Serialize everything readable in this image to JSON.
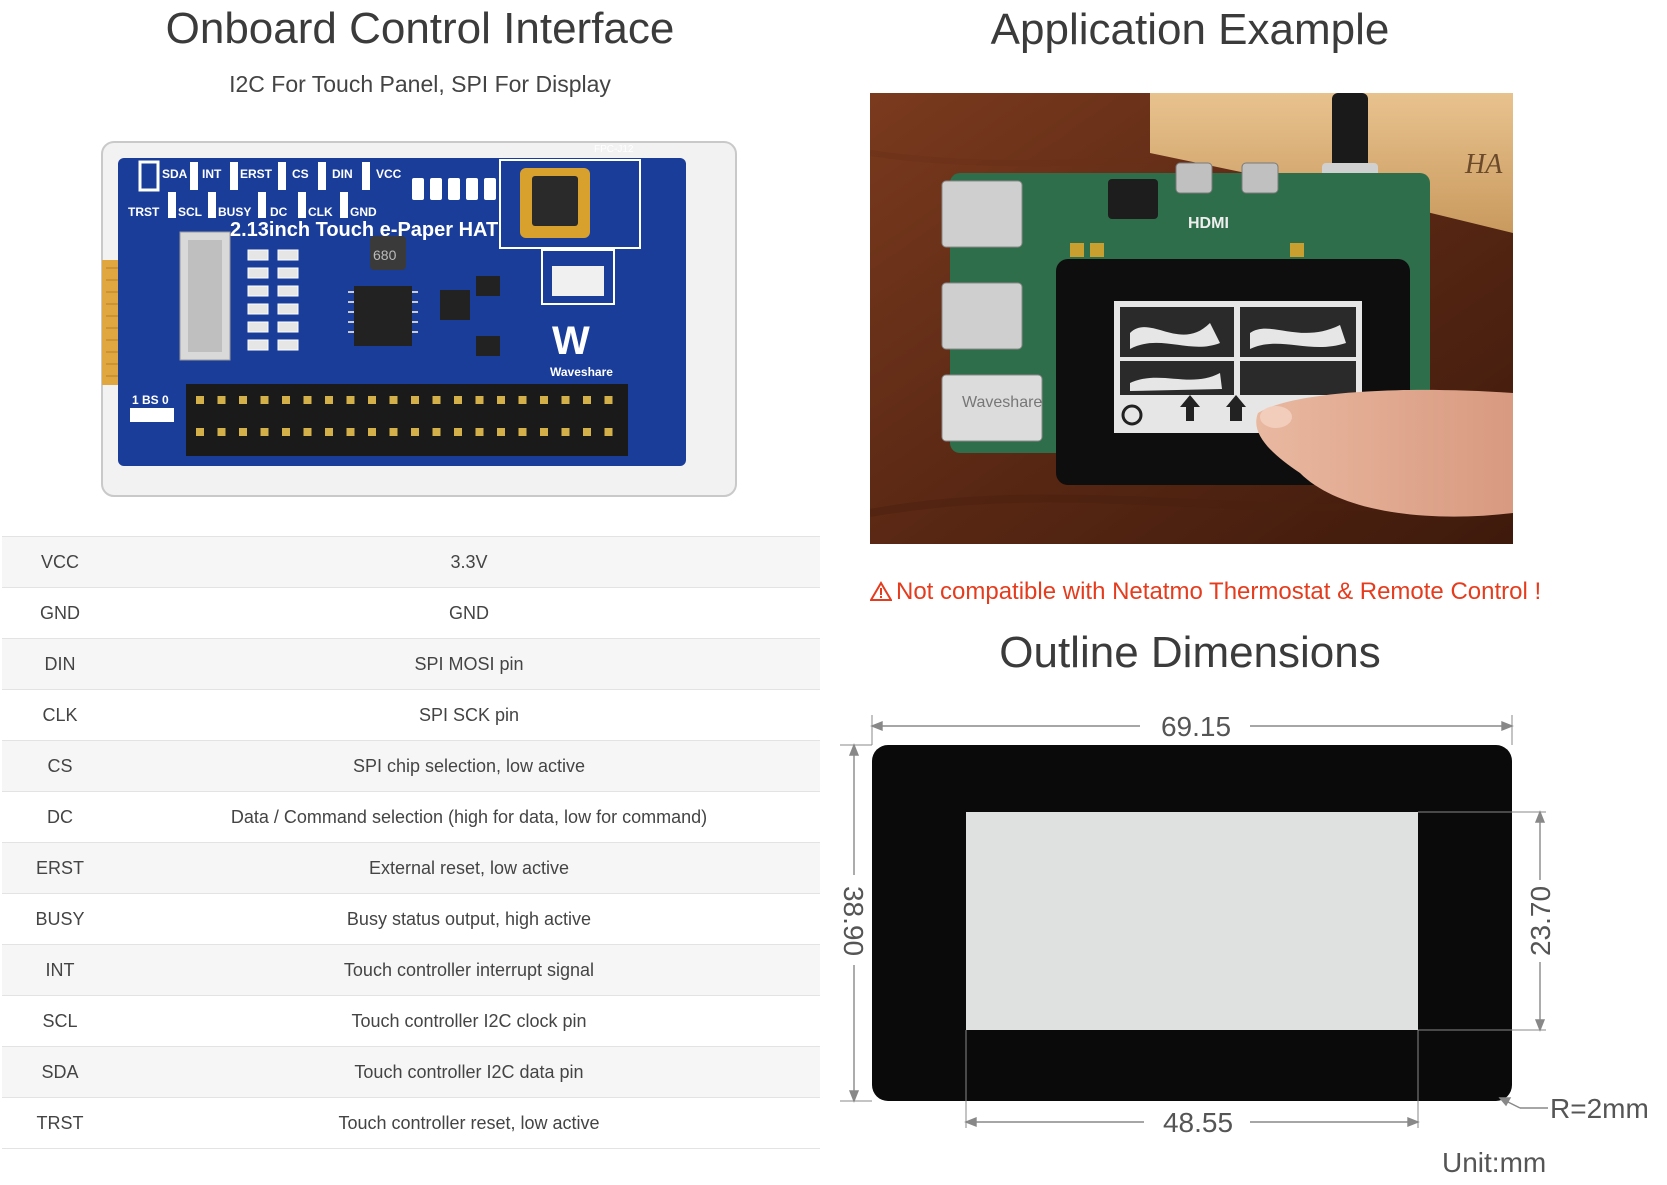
{
  "left": {
    "title": "Onboard Control Interface",
    "subtitle": "I2C For Touch Panel, SPI For Display"
  },
  "board": {
    "pin_labels_top": [
      "SDA",
      "INT",
      "ERST",
      "CS",
      "DIN",
      "VCC"
    ],
    "pin_labels_bottom": [
      "TRST",
      "SCL",
      "BUSY",
      "DC",
      "CLK",
      "GND"
    ],
    "name": "2.13inch Touch e-Paper HAT",
    "inductor": "680",
    "brand": "Waveshare",
    "bs_label": "1 BS 0",
    "fpc_label": "FPC-J12",
    "colors": {
      "pcb": "#1a3d9a",
      "silk": "#ffffff",
      "header": "#1a1a1a",
      "flex": "#e0a640"
    }
  },
  "pins": [
    {
      "pin": "VCC",
      "desc": "3.3V"
    },
    {
      "pin": "GND",
      "desc": "GND"
    },
    {
      "pin": "DIN",
      "desc": "SPI MOSI pin"
    },
    {
      "pin": "CLK",
      "desc": "SPI SCK pin"
    },
    {
      "pin": "CS",
      "desc": "SPI chip selection, low active"
    },
    {
      "pin": "DC",
      "desc": "Data / Command selection (high for data, low for command)"
    },
    {
      "pin": "ERST",
      "desc": "External reset, low active"
    },
    {
      "pin": "BUSY",
      "desc": "Busy status output, high active"
    },
    {
      "pin": "INT",
      "desc": "Touch controller interrupt signal"
    },
    {
      "pin": "SCL",
      "desc": "Touch controller I2C clock pin"
    },
    {
      "pin": "SDA",
      "desc": "Touch controller I2C data pin"
    },
    {
      "pin": "TRST",
      "desc": "Touch controller reset, low active"
    }
  ],
  "right": {
    "title": "Application Example",
    "photo_screen_label": "Waveshare",
    "photo_hdmi_label": "HDMI",
    "warning_icon": "warning-triangle-icon",
    "warning": "Not compatible with Netatmo Thermostat & Remote Control !",
    "warning_color": "#e53c1e",
    "outline_title": "Outline Dimensions"
  },
  "dimensions": {
    "width": "69.15",
    "height": "38.90",
    "active_height": "23.70",
    "active_width": "48.55",
    "radius": "R=2mm",
    "unit": "Unit:mm"
  }
}
